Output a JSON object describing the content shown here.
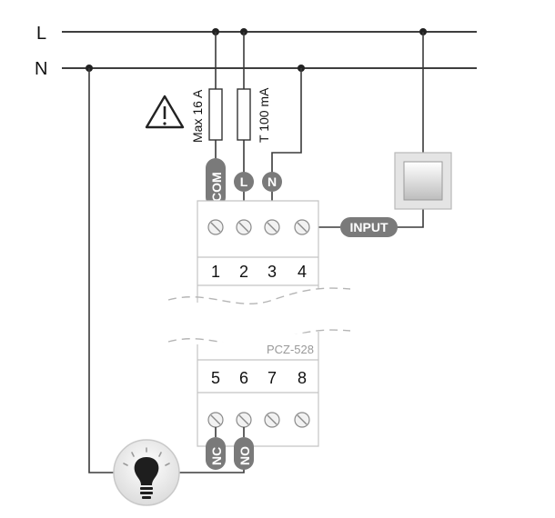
{
  "rails": {
    "line": "L",
    "neutral": "N"
  },
  "fuses": {
    "left": "Max 16 A",
    "right": "T 100 mA"
  },
  "top_terminals": {
    "t1_tag": "COM",
    "t2_tag": "L",
    "t3_tag": "N",
    "t4_tag": "INPUT"
  },
  "top_numbers": [
    "1",
    "2",
    "3",
    "4"
  ],
  "bottom_numbers": [
    "5",
    "6",
    "7",
    "8"
  ],
  "bottom_terminals": {
    "t5_tag": "NC",
    "t6_tag": "NO"
  },
  "model": "PCZ-528",
  "warning_icon": "warning-triangle-icon",
  "lamp_icon": "light-bulb-icon",
  "switch_icon": "wall-switch-icon"
}
